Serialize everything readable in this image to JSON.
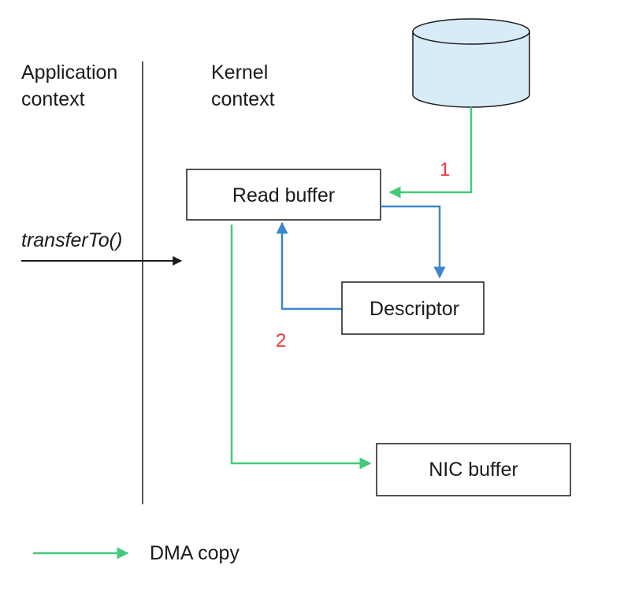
{
  "context_labels": {
    "application": [
      "Application",
      "context"
    ],
    "kernel": [
      "Kernel",
      "context"
    ]
  },
  "call": {
    "label": "transferTo()"
  },
  "nodes": {
    "disk": {
      "label": ""
    },
    "read_buffer": {
      "label": "Read buffer"
    },
    "descriptor": {
      "label": "Descriptor"
    },
    "nic_buffer": {
      "label": "NIC buffer"
    }
  },
  "steps": {
    "step1": "1",
    "step2": "2"
  },
  "legend": {
    "dma_copy": "DMA copy"
  },
  "colors": {
    "dma": "#45c97a",
    "descriptor_flow": "#3b87c9",
    "step_number": "#e8383b",
    "disk_fill": "#d7ecf8",
    "line": "#1a1a1a"
  }
}
